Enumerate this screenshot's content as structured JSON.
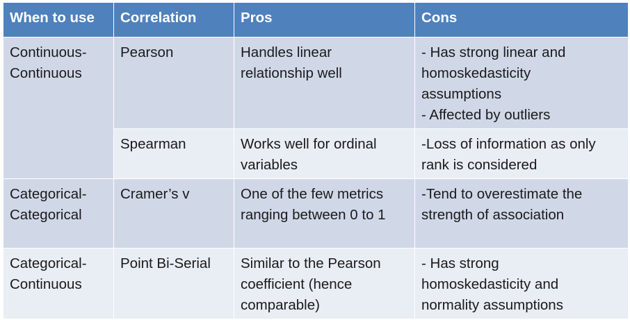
{
  "table": {
    "headers": [
      "When to use",
      "Correlation",
      "Pros",
      "Cons"
    ],
    "rows": [
      {
        "when": [
          "Continuous-",
          "Continuous"
        ],
        "correlation": "Pearson",
        "pros": [
          "Handles linear",
          "relationship well"
        ],
        "cons": [
          "- Has strong linear and",
          "homoskedasticity",
          "assumptions",
          "- Affected by outliers"
        ]
      },
      {
        "correlation": "Spearman",
        "pros": [
          "Works well for ordinal",
          "variables"
        ],
        "cons": [
          "-Loss of information as only",
          "rank is considered"
        ]
      },
      {
        "when": [
          "Categorical-",
          "Categorical"
        ],
        "correlation": "Cramer’s v",
        "pros": [
          "One of the few metrics",
          "ranging between 0 to 1"
        ],
        "cons": [
          "-Tend to overestimate the",
          "strength of association"
        ]
      },
      {
        "when": [
          "Categorical-",
          "Continuous"
        ],
        "correlation": "Point Bi-Serial",
        "pros": [
          "Similar to the Pearson",
          "coefficient (hence",
          "comparable)"
        ],
        "cons": [
          "- Has strong",
          "homoskedasticity and",
          "normality assumptions"
        ]
      }
    ]
  },
  "colors": {
    "header_bg": "#4f81bd",
    "row_dark": "#d0d8e8",
    "row_light": "#e9edf4"
  }
}
